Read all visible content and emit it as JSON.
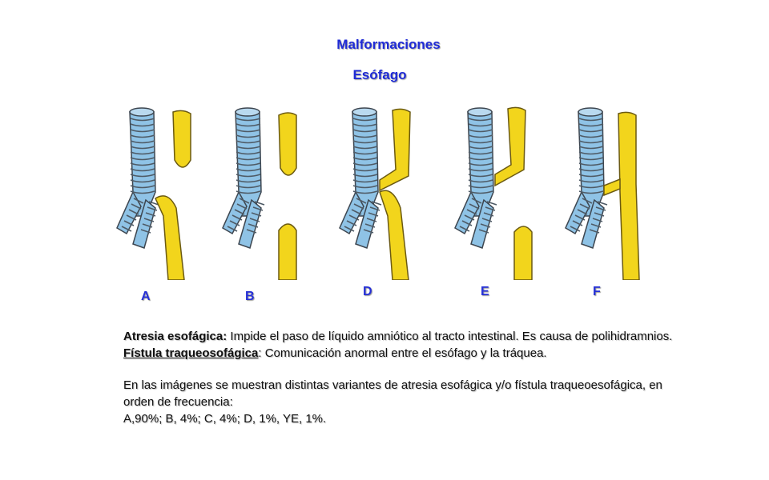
{
  "title": "Malformaciones",
  "subtitle": "Esófago",
  "figure_labels": [
    "A",
    "B",
    "D",
    "E",
    "F"
  ],
  "colors": {
    "title": "#1f2bd6",
    "trachea": "#8fc3e6",
    "esophagus": "#f2d51c"
  },
  "text": {
    "atresia_term": "Atresia esofágica:",
    "atresia_def": " Impide el paso de líquido amniótico al tracto intestinal. Es causa de polihidramnios.",
    "fistula_term": "Fístula traqueosofágica",
    "fistula_def": ":  Comunicación anormal entre el esófago y la tráquea.",
    "variants_intro": "En las imágenes se muestran distintas variantes de atresia esofágica y/o fístula traqueoesofágica, en orden de frecuencia:",
    "frequencies": "A,90%; B, 4%; C, 4%; D, 1%, YE, 1%."
  }
}
